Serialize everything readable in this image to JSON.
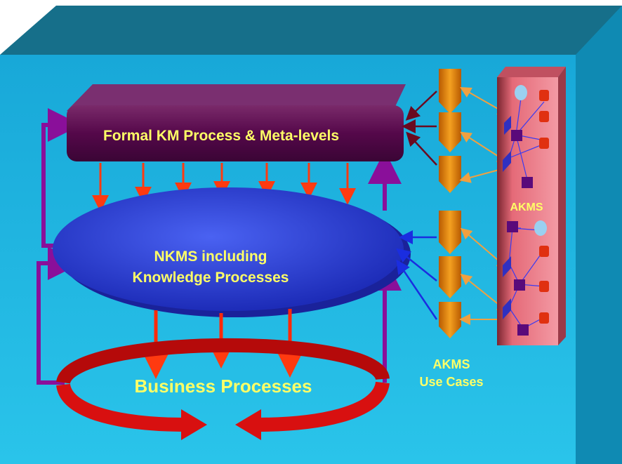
{
  "labels": {
    "formal_km": "Formal KM Process & Meta-levels",
    "nkms_line1": "NKMS including",
    "nkms_line2": "Knowledge Processes",
    "business": "Business Processes",
    "akms_tower": "AKMS",
    "use_cases_line1": "AKMS",
    "use_cases_line2": "Use Cases"
  },
  "colors": {
    "cube_front": "#1fb4e0",
    "cube_top": "#157590",
    "cube_side": "#0d8db5",
    "formal_box": "#5a0a4a",
    "nkms_ellipse": "#2e3fd4",
    "business_ring": "#c80a0a",
    "down_arrows": "#ff3a10",
    "feedback_arrows": "#8a0f9a",
    "akms_tower": "#e86a78",
    "use_case_chevrons": "#e8880a",
    "label_text": "#ffff66"
  }
}
